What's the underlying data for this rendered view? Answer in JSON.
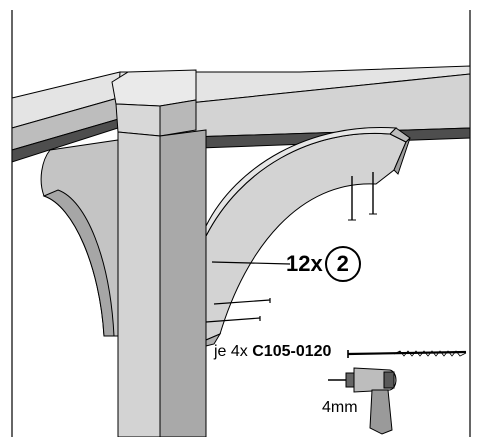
{
  "callout": {
    "quantity": "12x",
    "part_number": "2"
  },
  "screw": {
    "prefix": "je 4x",
    "code": "C105-0120"
  },
  "drill": {
    "bit_size": "4mm"
  },
  "colors": {
    "wood_face": "#d3d3d3",
    "wood_side": "#adadad",
    "wood_top": "#e4e4e4",
    "wood_shadow": "#4e4e4e",
    "outline": "#000000"
  }
}
